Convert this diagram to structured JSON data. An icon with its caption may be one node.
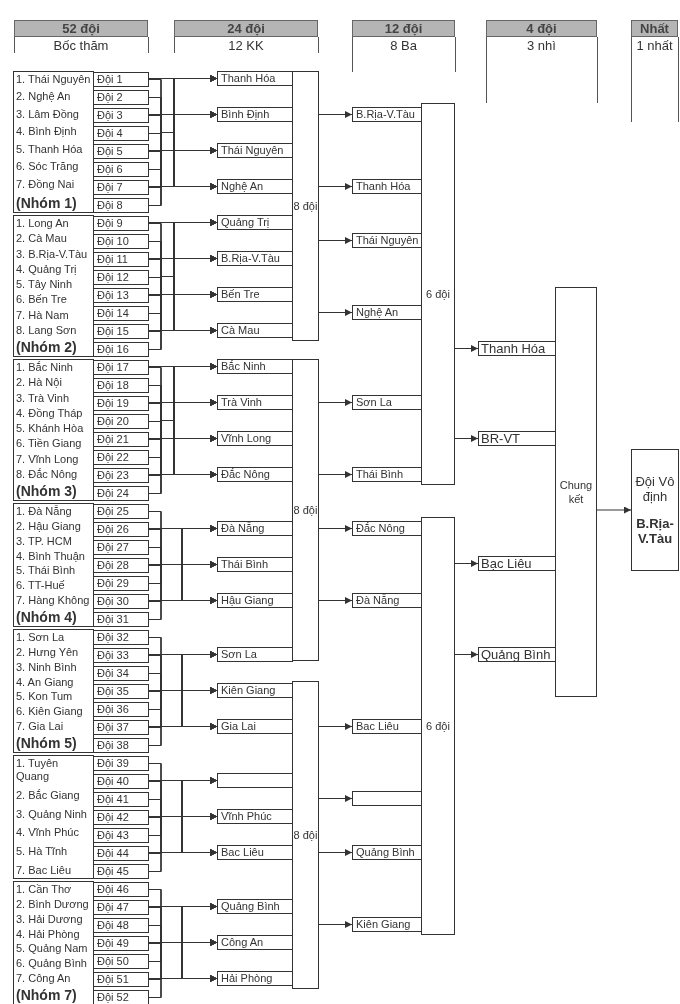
{
  "diagram": {
    "nodes": [
      {
        "text": [
          "1. Thái Nguyên",
          "2. Nghệ An",
          "3. Lâm Đồng",
          "4. Bình Định",
          "5. Thanh Hóa",
          "6. Sóc Trăng",
          "7. Đồng Nai",
          "(Nhóm 1)"
        ]
      },
      {
        "text": [
          "1. Long An",
          "2. Cà Mau",
          "3. B.Rịa-V.Tàu",
          "4. Quảng Trị",
          "5. Tây Ninh",
          "6. Bến Tre",
          "7. Hà Nam",
          "8. Lang Sơn",
          "(Nhóm 2)"
        ]
      },
      {
        "text": [
          "1. Bắc Ninh",
          "2. Hà Nội",
          "3. Trà Vinh",
          "4. Đồng Tháp",
          "5. Khánh Hòa",
          "6. Tiền Giang",
          "7. Vĩnh Long",
          "8. Đắc Nông",
          "(Nhóm 3)"
        ]
      },
      {
        "text": [
          "1. Đà Nẵng",
          "2. Hậu Giang",
          "3. TP. HCM",
          "4. Bình Thuận",
          "5. Thái Bình",
          "6. TT-Huế",
          "7. Hàng Không",
          "(Nhóm 4)"
        ]
      },
      {
        "text": [
          "1. Sơn La",
          "2. Hưng Yên",
          "3. Ninh Bình",
          "4. An Giang",
          "5. Kon Tum",
          "6. Kiên Giang",
          "7. Gia Lai",
          "(Nhóm 5)"
        ]
      },
      {
        "text": [
          "1. Tuyên Quang",
          "2. Bắc Giang",
          "3. Quảng Ninh",
          "4. Vĩnh Phúc",
          "5. Hà Tĩnh",
          "7. Bac Liêu"
        ]
      },
      {
        "text": [
          "1. Cần Thơ",
          "2. Bình Dương",
          "3. Hải Dương",
          "4. Hải Phòng",
          "5. Quảng Nam",
          "6. Quảng Bình",
          "7. Công An",
          "(Nhóm 7)"
        ]
      },
      {
        "text": [
          "Đội 1"
        ]
      },
      {
        "text": [
          "Đội 2"
        ]
      },
      {
        "text": [
          "Đội 3"
        ]
      },
      {
        "text": [
          "Đội 4"
        ]
      },
      {
        "text": [
          "Đội 5"
        ]
      },
      {
        "text": [
          "Đội 6"
        ]
      },
      {
        "text": [
          "Đội 7"
        ]
      },
      {
        "text": [
          "Đội 8"
        ]
      },
      {
        "text": [
          "Đội 9"
        ]
      },
      {
        "text": [
          "Đội 10"
        ]
      },
      {
        "text": [
          "Đội 11"
        ]
      },
      {
        "text": [
          "Đội 12"
        ]
      },
      {
        "text": [
          "Đội 13"
        ]
      },
      {
        "text": [
          "Đội 14"
        ]
      },
      {
        "text": [
          "Đội 15"
        ]
      },
      {
        "text": [
          "Đội 16"
        ]
      },
      {
        "text": [
          "Đội 17"
        ]
      },
      {
        "text": [
          "Đội 18"
        ]
      },
      {
        "text": [
          "Đội 19"
        ]
      },
      {
        "text": [
          "Đội 20"
        ]
      },
      {
        "text": [
          "Đội 21"
        ]
      },
      {
        "text": [
          "Đội 22"
        ]
      },
      {
        "text": [
          "Đội 23"
        ]
      },
      {
        "text": [
          "Đội 24"
        ]
      },
      {
        "text": [
          "Đội 25"
        ]
      },
      {
        "text": [
          "Đội 26"
        ]
      },
      {
        "text": [
          "Đội 27"
        ]
      },
      {
        "text": [
          "Đội 28"
        ]
      },
      {
        "text": [
          "Đội 29"
        ]
      },
      {
        "text": [
          "Đội 30"
        ]
      },
      {
        "text": [
          "Đội 31"
        ]
      },
      {
        "text": [
          "Đội 32"
        ]
      },
      {
        "text": [
          "Đội 33"
        ]
      },
      {
        "text": [
          "Đội 34"
        ]
      },
      {
        "text": [
          "Đội 35"
        ]
      },
      {
        "text": [
          "Đội 36"
        ]
      },
      {
        "text": [
          "Đội 37"
        ]
      },
      {
        "text": [
          "Đội 38"
        ]
      },
      {
        "text": [
          "Đội 39"
        ]
      },
      {
        "text": [
          "Đội 40"
        ]
      },
      {
        "text": [
          "Đội 41"
        ]
      },
      {
        "text": [
          "Đội 42"
        ]
      },
      {
        "text": [
          "Đội 43"
        ]
      },
      {
        "text": [
          "Đội 44"
        ]
      },
      {
        "text": [
          "Đội 45"
        ]
      },
      {
        "text": [
          "Đội 46"
        ]
      },
      {
        "text": [
          "Đội 47"
        ]
      },
      {
        "text": [
          "Đội 48"
        ]
      },
      {
        "text": [
          "Đội 49"
        ]
      },
      {
        "text": [
          "Đội 50"
        ]
      },
      {
        "text": [
          "Đội 51"
        ]
      },
      {
        "text": [
          "Đội 52"
        ]
      },
      {
        "text": [
          "Thanh Hóa"
        ]
      },
      {
        "text": [
          "Bình Định"
        ]
      },
      {
        "text": [
          "Thái Nguyên"
        ]
      },
      {
        "text": [
          "Nghệ An"
        ]
      },
      {
        "text": [
          "Quảng Trị"
        ]
      },
      {
        "text": [
          "B.Rịa-V.Tàu"
        ]
      },
      {
        "text": [
          "Bến Tre"
        ]
      },
      {
        "text": [
          "Cà Mau"
        ]
      },
      {
        "text": [
          "Bắc Ninh"
        ]
      },
      {
        "text": [
          "Trà Vinh"
        ]
      },
      {
        "text": [
          "Vĩnh Long"
        ]
      },
      {
        "text": [
          "Đắc Nông"
        ]
      },
      {
        "text": [
          "Đà Nẵng"
        ]
      },
      {
        "text": [
          "Thái Bình"
        ]
      },
      {
        "text": [
          "Hậu Giang"
        ]
      },
      {
        "text": [
          "Sơn La"
        ]
      },
      {
        "text": [
          "Kiên Giang"
        ]
      },
      {
        "text": [
          "Gia Lai"
        ]
      },
      {
        "text": [],
        "shape": "box"
      },
      {
        "text": [
          "Vĩnh Phúc"
        ]
      },
      {
        "text": [
          "Bac Liêu"
        ]
      },
      {
        "text": [
          "Quảng Bình"
        ]
      },
      {
        "text": [
          "Công An"
        ]
      },
      {
        "text": [
          "Hải Phòng"
        ]
      },
      {
        "text": [
          "8 đội"
        ]
      },
      {
        "text": [
          "8 đội"
        ]
      },
      {
        "text": [
          "8 đội"
        ]
      },
      {
        "text": [
          "B.Rịa-V.Tàu"
        ]
      },
      {
        "text": [
          "Thanh Hóa"
        ]
      },
      {
        "text": [
          "Thái Nguyên"
        ]
      },
      {
        "text": [
          "Nghệ An"
        ]
      },
      {
        "text": [
          "Sơn La"
        ]
      },
      {
        "text": [
          "Thái Bình"
        ]
      },
      {
        "text": [
          "Đắc Nông"
        ]
      },
      {
        "text": [
          "Đà Nẵng"
        ]
      },
      {
        "text": [
          "Bac Liêu"
        ]
      },
      {
        "text": [],
        "shape": "box"
      },
      {
        "text": [
          "Quảng Bình"
        ]
      },
      {
        "text": [
          "Kiên Giang"
        ]
      },
      {
        "text": [
          "6 đội"
        ]
      },
      {
        "text": [
          "6 đội"
        ]
      },
      {
        "text": [
          "Thanh Hóa"
        ]
      },
      {
        "text": [
          "BR-VT"
        ]
      },
      {
        "text": [
          "Bạc Liêu"
        ]
      },
      {
        "text": [
          "Quảng Bình"
        ]
      },
      {
        "text": [
          "Chung kết"
        ]
      },
      {
        "text": [
          "Đội Vô định",
          "B.Rịa-V.Tàu"
        ]
      }
    ],
    "edges": [
      {
        "from": 7,
        "to": 59,
        "arrow": "to"
      },
      {
        "from": 7,
        "to": 60,
        "arrow": "to"
      },
      {
        "from": 7,
        "to": 61,
        "arrow": "to"
      },
      {
        "from": 7,
        "to": 62,
        "arrow": "to"
      },
      {
        "from": 8,
        "to": 59,
        "arrow": "to"
      },
      {
        "from": 8,
        "to": 60,
        "arrow": "to"
      },
      {
        "from": 8,
        "to": 61,
        "arrow": "to"
      },
      {
        "from": 8,
        "to": 62,
        "arrow": "to"
      },
      {
        "from": 9,
        "to": 59,
        "arrow": "to"
      },
      {
        "from": 9,
        "to": 60,
        "arrow": "to"
      },
      {
        "from": 9,
        "to": 61,
        "arrow": "to"
      },
      {
        "from": 9,
        "to": 62,
        "arrow": "to"
      },
      {
        "from": 10,
        "to": 59,
        "arrow": "to"
      },
      {
        "from": 10,
        "to": 60,
        "arrow": "to"
      },
      {
        "from": 10,
        "to": 61,
        "arrow": "to"
      },
      {
        "from": 10,
        "to": 62,
        "arrow": "to"
      },
      {
        "from": 11,
        "to": 59,
        "arrow": "to"
      },
      {
        "from": 11,
        "to": 60,
        "arrow": "to"
      },
      {
        "from": 11,
        "to": 61,
        "arrow": "to"
      },
      {
        "from": 11,
        "to": 62,
        "arrow": "to"
      },
      {
        "from": 12,
        "to": 59,
        "arrow": "to"
      },
      {
        "from": 12,
        "to": 60,
        "arrow": "to"
      },
      {
        "from": 12,
        "to": 61,
        "arrow": "to"
      },
      {
        "from": 12,
        "to": 62,
        "arrow": "to"
      },
      {
        "from": 13,
        "to": 59,
        "arrow": "to"
      },
      {
        "from": 13,
        "to": 60,
        "arrow": "to"
      },
      {
        "from": 13,
        "to": 61,
        "arrow": "to"
      },
      {
        "from": 13,
        "to": 62,
        "arrow": "to"
      },
      {
        "from": 14,
        "to": 59,
        "arrow": "to"
      },
      {
        "from": 14,
        "to": 60,
        "arrow": "to"
      },
      {
        "from": 14,
        "to": 61,
        "arrow": "to"
      },
      {
        "from": 14,
        "to": 62,
        "arrow": "to"
      },
      {
        "from": 15,
        "to": 63,
        "arrow": "to"
      },
      {
        "from": 15,
        "to": 64,
        "arrow": "to"
      },
      {
        "from": 15,
        "to": 65,
        "arrow": "to"
      },
      {
        "from": 15,
        "to": 66,
        "arrow": "to"
      },
      {
        "from": 16,
        "to": 63,
        "arrow": "to"
      },
      {
        "from": 16,
        "to": 64,
        "arrow": "to"
      },
      {
        "from": 16,
        "to": 65,
        "arrow": "to"
      },
      {
        "from": 16,
        "to": 66,
        "arrow": "to"
      },
      {
        "from": 17,
        "to": 63,
        "arrow": "to"
      },
      {
        "from": 17,
        "to": 64,
        "arrow": "to"
      },
      {
        "from": 17,
        "to": 65,
        "arrow": "to"
      },
      {
        "from": 17,
        "to": 66,
        "arrow": "to"
      },
      {
        "from": 18,
        "to": 63,
        "arrow": "to"
      },
      {
        "from": 18,
        "to": 64,
        "arrow": "to"
      },
      {
        "from": 18,
        "to": 65,
        "arrow": "to"
      },
      {
        "from": 18,
        "to": 66,
        "arrow": "to"
      },
      {
        "from": 19,
        "to": 63,
        "arrow": "to"
      },
      {
        "from": 19,
        "to": 64,
        "arrow": "to"
      },
      {
        "from": 19,
        "to": 65,
        "arrow": "to"
      },
      {
        "from": 19,
        "to": 66,
        "arrow": "to"
      },
      {
        "from": 20,
        "to": 63,
        "arrow": "to"
      },
      {
        "from": 20,
        "to": 64,
        "arrow": "to"
      },
      {
        "from": 20,
        "to": 65,
        "arrow": "to"
      },
      {
        "from": 20,
        "to": 66,
        "arrow": "to"
      },
      {
        "from": 21,
        "to": 63,
        "arrow": "to"
      },
      {
        "from": 21,
        "to": 64,
        "arrow": "to"
      },
      {
        "from": 21,
        "to": 65,
        "arrow": "to"
      },
      {
        "from": 21,
        "to": 66,
        "arrow": "to"
      },
      {
        "from": 22,
        "to": 63,
        "arrow": "to"
      },
      {
        "from": 22,
        "to": 64,
        "arrow": "to"
      },
      {
        "from": 22,
        "to": 65,
        "arrow": "to"
      },
      {
        "from": 22,
        "to": 66,
        "arrow": "to"
      },
      {
        "from": 23,
        "to": 67,
        "arrow": "to"
      },
      {
        "from": 23,
        "to": 68,
        "arrow": "to"
      },
      {
        "from": 23,
        "to": 69,
        "arrow": "to"
      },
      {
        "from": 23,
        "to": 70,
        "arrow": "to"
      },
      {
        "from": 24,
        "to": 67,
        "arrow": "to"
      },
      {
        "from": 24,
        "to": 68,
        "arrow": "to"
      },
      {
        "from": 24,
        "to": 69,
        "arrow": "to"
      },
      {
        "from": 24,
        "to": 70,
        "arrow": "to"
      },
      {
        "from": 25,
        "to": 67,
        "arrow": "to"
      },
      {
        "from": 25,
        "to": 68,
        "arrow": "to"
      },
      {
        "from": 25,
        "to": 69,
        "arrow": "to"
      },
      {
        "from": 25,
        "to": 70,
        "arrow": "to"
      },
      {
        "from": 26,
        "to": 67,
        "arrow": "to"
      },
      {
        "from": 26,
        "to": 68,
        "arrow": "to"
      },
      {
        "from": 26,
        "to": 69,
        "arrow": "to"
      },
      {
        "from": 26,
        "to": 70,
        "arrow": "to"
      },
      {
        "from": 27,
        "to": 67,
        "arrow": "to"
      },
      {
        "from": 27,
        "to": 68,
        "arrow": "to"
      },
      {
        "from": 27,
        "to": 69,
        "arrow": "to"
      },
      {
        "from": 27,
        "to": 70,
        "arrow": "to"
      },
      {
        "from": 28,
        "to": 67,
        "arrow": "to"
      },
      {
        "from": 28,
        "to": 68,
        "arrow": "to"
      },
      {
        "from": 28,
        "to": 69,
        "arrow": "to"
      },
      {
        "from": 28,
        "to": 70,
        "arrow": "to"
      },
      {
        "from": 29,
        "to": 67,
        "arrow": "to"
      },
      {
        "from": 29,
        "to": 68,
        "arrow": "to"
      },
      {
        "from": 29,
        "to": 69,
        "arrow": "to"
      },
      {
        "from": 29,
        "to": 70,
        "arrow": "to"
      },
      {
        "from": 30,
        "to": 67,
        "arrow": "to"
      },
      {
        "from": 30,
        "to": 68,
        "arrow": "to"
      },
      {
        "from": 30,
        "to": 69,
        "arrow": "to"
      },
      {
        "from": 30,
        "to": 70,
        "arrow": "to"
      },
      {
        "from": 31,
        "to": 71,
        "arrow": "to"
      },
      {
        "from": 31,
        "to": 72,
        "arrow": "to"
      },
      {
        "from": 31,
        "to": 73,
        "arrow": "to"
      },
      {
        "from": 32,
        "to": 71,
        "arrow": "to"
      },
      {
        "from": 32,
        "to": 72,
        "arrow": "to"
      },
      {
        "from": 32,
        "to": 73,
        "arrow": "to"
      },
      {
        "from": 33,
        "to": 71,
        "arrow": "to"
      },
      {
        "from": 33,
        "to": 72,
        "arrow": "to"
      },
      {
        "from": 33,
        "to": 73,
        "arrow": "to"
      },
      {
        "from": 34,
        "to": 71,
        "arrow": "to"
      },
      {
        "from": 34,
        "to": 72,
        "arrow": "to"
      },
      {
        "from": 34,
        "to": 73,
        "arrow": "to"
      },
      {
        "from": 35,
        "to": 71,
        "arrow": "to"
      },
      {
        "from": 35,
        "to": 72,
        "arrow": "to"
      },
      {
        "from": 35,
        "to": 73,
        "arrow": "to"
      },
      {
        "from": 36,
        "to": 71,
        "arrow": "to"
      },
      {
        "from": 36,
        "to": 72,
        "arrow": "to"
      },
      {
        "from": 36,
        "to": 73,
        "arrow": "to"
      },
      {
        "from": 37,
        "to": 71,
        "arrow": "to"
      },
      {
        "from": 37,
        "to": 72,
        "arrow": "to"
      },
      {
        "from": 37,
        "to": 73,
        "arrow": "to"
      },
      {
        "from": 38,
        "to": 74,
        "arrow": "to"
      },
      {
        "from": 38,
        "to": 75,
        "arrow": "to"
      },
      {
        "from": 38,
        "to": 76,
        "arrow": "to"
      },
      {
        "from": 39,
        "to": 74,
        "arrow": "to"
      },
      {
        "from": 39,
        "to": 75,
        "arrow": "to"
      },
      {
        "from": 39,
        "to": 76,
        "arrow": "to"
      },
      {
        "from": 40,
        "to": 74,
        "arrow": "to"
      },
      {
        "from": 40,
        "to": 75,
        "arrow": "to"
      },
      {
        "from": 40,
        "to": 76,
        "arrow": "to"
      },
      {
        "from": 41,
        "to": 74,
        "arrow": "to"
      },
      {
        "from": 41,
        "to": 75,
        "arrow": "to"
      },
      {
        "from": 41,
        "to": 76,
        "arrow": "to"
      },
      {
        "from": 42,
        "to": 74,
        "arrow": "to"
      },
      {
        "from": 42,
        "to": 75,
        "arrow": "to"
      },
      {
        "from": 42,
        "to": 76,
        "arrow": "to"
      },
      {
        "from": 43,
        "to": 74,
        "arrow": "to"
      },
      {
        "from": 43,
        "to": 75,
        "arrow": "to"
      },
      {
        "from": 43,
        "to": 76,
        "arrow": "to"
      },
      {
        "from": 44,
        "to": 74,
        "arrow": "to"
      },
      {
        "from": 44,
        "to": 75,
        "arrow": "to"
      },
      {
        "from": 44,
        "to": 76,
        "arrow": "to"
      },
      {
        "from": 45,
        "to": 77,
        "arrow": "to"
      },
      {
        "from": 45,
        "to": 78,
        "arrow": "to"
      },
      {
        "from": 45,
        "to": 79,
        "arrow": "to"
      },
      {
        "from": 46,
        "to": 77,
        "arrow": "to"
      },
      {
        "from": 46,
        "to": 78,
        "arrow": "to"
      },
      {
        "from": 46,
        "to": 79,
        "arrow": "to"
      },
      {
        "from": 47,
        "to": 77,
        "arrow": "to"
      },
      {
        "from": 47,
        "to": 78,
        "arrow": "to"
      },
      {
        "from": 47,
        "to": 79,
        "arrow": "to"
      },
      {
        "from": 48,
        "to": 77,
        "arrow": "to"
      },
      {
        "from": 48,
        "to": 78,
        "arrow": "to"
      },
      {
        "from": 48,
        "to": 79,
        "arrow": "to"
      },
      {
        "from": 49,
        "to": 77,
        "arrow": "to"
      },
      {
        "from": 49,
        "to": 78,
        "arrow": "to"
      },
      {
        "from": 49,
        "to": 79,
        "arrow": "to"
      },
      {
        "from": 50,
        "to": 77,
        "arrow": "to"
      },
      {
        "from": 50,
        "to": 78,
        "arrow": "to"
      },
      {
        "from": 50,
        "to": 79,
        "arrow": "to"
      },
      {
        "from": 51,
        "to": 77,
        "arrow": "to"
      },
      {
        "from": 51,
        "to": 78,
        "arrow": "to"
      },
      {
        "from": 51,
        "to": 79,
        "arrow": "to"
      },
      {
        "from": 52,
        "to": 80,
        "arrow": "to"
      },
      {
        "from": 52,
        "to": 81,
        "arrow": "to"
      },
      {
        "from": 52,
        "to": 82,
        "arrow": "to"
      },
      {
        "from": 53,
        "to": 80,
        "arrow": "to"
      },
      {
        "from": 53,
        "to": 81,
        "arrow": "to"
      },
      {
        "from": 53,
        "to": 82,
        "arrow": "to"
      },
      {
        "from": 54,
        "to": 80,
        "arrow": "to"
      },
      {
        "from": 54,
        "to": 81,
        "arrow": "to"
      },
      {
        "from": 54,
        "to": 82,
        "arrow": "to"
      },
      {
        "from": 55,
        "to": 80,
        "arrow": "to"
      },
      {
        "from": 55,
        "to": 81,
        "arrow": "to"
      },
      {
        "from": 55,
        "to": 82,
        "arrow": "to"
      },
      {
        "from": 56,
        "to": 80,
        "arrow": "to"
      },
      {
        "from": 56,
        "to": 81,
        "arrow": "to"
      },
      {
        "from": 56,
        "to": 82,
        "arrow": "to"
      },
      {
        "from": 57,
        "to": 80,
        "arrow": "to"
      },
      {
        "from": 57,
        "to": 81,
        "arrow": "to"
      },
      {
        "from": 57,
        "to": 82,
        "arrow": "to"
      },
      {
        "from": 58,
        "to": 80,
        "arrow": "to"
      },
      {
        "from": 58,
        "to": 81,
        "arrow": "to"
      },
      {
        "from": 58,
        "to": 82,
        "arrow": "to"
      },
      {
        "from": 83,
        "to": 86,
        "arrow": "to"
      },
      {
        "from": 83,
        "to": 87,
        "arrow": "to"
      },
      {
        "from": 83,
        "to": 88,
        "arrow": "to"
      },
      {
        "from": 83,
        "to": 89,
        "arrow": "to"
      },
      {
        "from": 84,
        "to": 90,
        "arrow": "to"
      },
      {
        "from": 84,
        "to": 91,
        "arrow": "to"
      },
      {
        "from": 84,
        "to": 92,
        "arrow": "to"
      },
      {
        "from": 84,
        "to": 93,
        "arrow": "to"
      },
      {
        "from": 85,
        "to": 94,
        "arrow": "to"
      },
      {
        "from": 85,
        "to": 95,
        "arrow": "to"
      },
      {
        "from": 85,
        "to": 96,
        "arrow": "to"
      },
      {
        "from": 85,
        "to": 97,
        "arrow": "to"
      },
      {
        "from": 98,
        "to": 100,
        "arrow": "to"
      },
      {
        "from": 98,
        "to": 101,
        "arrow": "to"
      },
      {
        "from": 99,
        "to": 102,
        "arrow": "to"
      },
      {
        "from": 99,
        "to": 103,
        "arrow": "to"
      },
      {
        "from": 104,
        "to": 105,
        "arrow": "to"
      }
    ],
    "labels": [
      "52 đội",
      "Bốc thăm",
      "24 đội",
      "12 KK",
      "12 đội",
      "8 Ba",
      "4 đội",
      "3 nhì",
      "Nhất",
      "1 nhất"
    ]
  }
}
